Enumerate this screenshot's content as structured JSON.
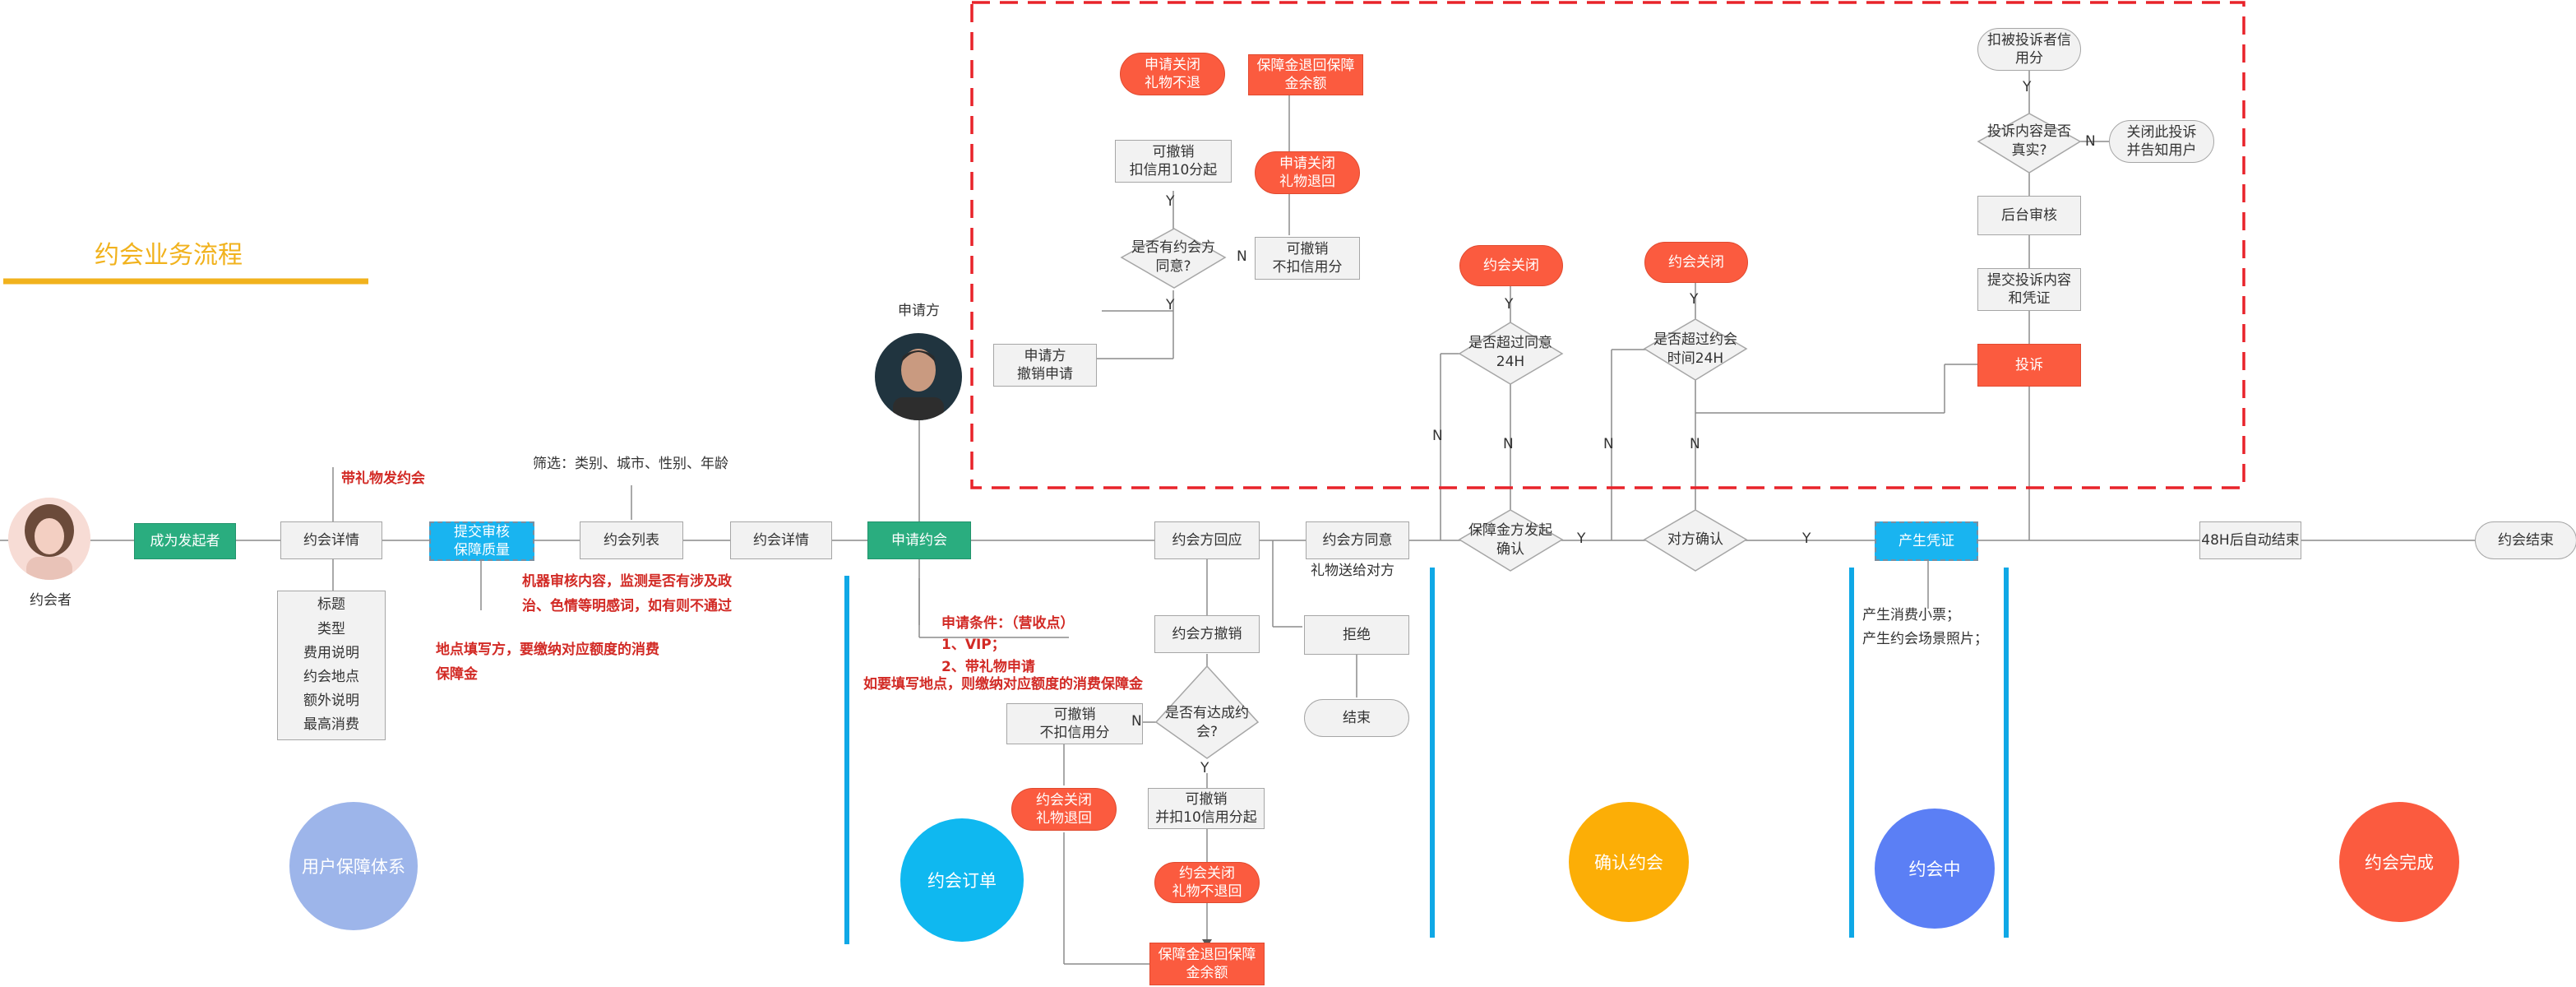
{
  "title": "约会业务流程",
  "colors": {
    "title": "#f1b21d",
    "green": "#2aad7f",
    "cyan": "#19b4f0",
    "red": "#fb5b3f",
    "dashed_border": "#e8232a",
    "phase_line": "#19b4f0",
    "stage_user": "#9db5ea",
    "stage_order": "#0fb8f0",
    "stage_confirm": "#fcae06",
    "stage_ongoing": "#5b7ff5",
    "stage_done": "#fb5b3f"
  },
  "actors": {
    "dater": "约会者",
    "applicant": "申请方"
  },
  "main_flow": {
    "become_initiator": "成为发起者",
    "date_detail": "约会详情",
    "submit_review": "提交审核\n保障质量",
    "date_list": "约会列表",
    "date_detail_2": "约会详情",
    "apply_date": "申请约会",
    "date_reply": "约会方回应",
    "date_agree": "约会方同意",
    "gift_to_other": "礼物送给对方",
    "guarantee_confirm": "保障金方发起\n确认",
    "other_confirm": "对方确认",
    "voucher": "产生凭证",
    "auto_end_48h": "48H后自动结束",
    "date_end": "约会结束"
  },
  "details_list": [
    "标题",
    "类型",
    "费用说明",
    "约会地点",
    "额外说明",
    "最高消费"
  ],
  "notes": {
    "with_gift": "带礼物发约会",
    "filter": "筛选：类别、城市、性别、年龄",
    "machine_review": "机器审核内容，监测是否有涉及政\n治、色情等明感词，如有则不通过",
    "location_fee": "地点填写方，要缴纳对应额度的消费\n保障金",
    "apply_conditions": "申请条件：（营收点）\n1、VIP；\n2、带礼物申请",
    "fill_location": "如要填写地点，则缴纳对应额度的消费保障金",
    "voucher_desc": "产生消费小票；\n产生约会场景照片；"
  },
  "reply_branch": {
    "refuse": "拒绝",
    "end": "结束",
    "cancel_date": "约会方撤销",
    "reached_q": "是否有达成约\n会?",
    "revocable_no_deduct": "可撤销\n不扣信用分",
    "close_gift_return": "约会关闭\n礼物退回",
    "revocable_deduct10": "可撤销\n并扣10信用分起",
    "close_gift_no_return": "约会关闭\n礼物不退回",
    "guarantee_return": "保障金退回保障\n金余额"
  },
  "cancel_branch": {
    "applicant_cancel": "申请方\n撤销申请",
    "agree_q": "是否有约会方\n同意?",
    "revocable_deduct10": "可撤销\n扣信用10分起",
    "close_no_return": "申请关闭\n礼物不退",
    "guarantee_return": "保障金退回保障\n金余额",
    "close_return": "申请关闭\n礼物退回",
    "revocable_no_deduct": "可撤销\n不扣信用分"
  },
  "timeout_branch": {
    "date_close_1": "约会关闭",
    "over_agree_24h": "是否超过同意\n24H",
    "date_close_2": "约会关闭",
    "over_date_24h": "是否超过约会\n时间24H"
  },
  "complaint_branch": {
    "deduct_score": "扣被投诉者信\n用分",
    "complaint_true_q": "投诉内容是否\n真实?",
    "close_notify": "关闭此投诉\n并告知用户",
    "backend_review": "后台审核",
    "submit_evidence": "提交投诉内容\n和凭证",
    "complaint": "投诉"
  },
  "yn": {
    "y": "Y",
    "n": "N"
  },
  "stages": {
    "user": "用户保障体系",
    "order": "约会订单",
    "confirm": "确认约会",
    "ongoing": "约会中",
    "done": "约会完成"
  }
}
